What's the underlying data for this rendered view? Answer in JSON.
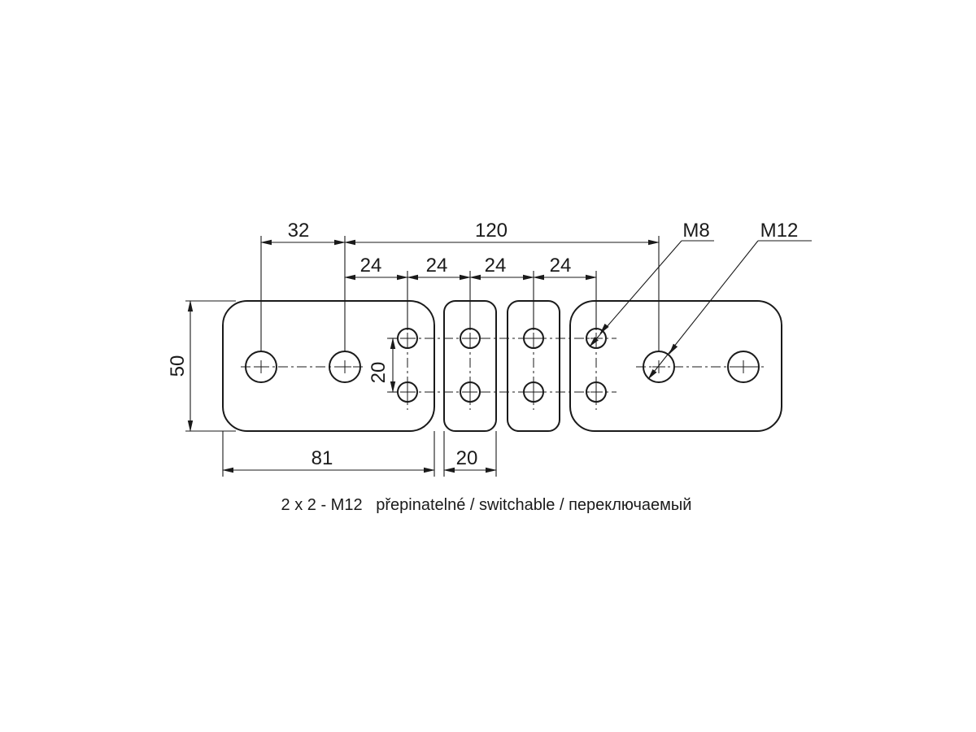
{
  "dimensions": {
    "d32": "32",
    "d120": "120",
    "d24_1": "24",
    "d24_2": "24",
    "d24_3": "24",
    "d24_4": "24",
    "d50": "50",
    "d20_vertical": "20",
    "d81": "81",
    "d20_width": "20"
  },
  "callouts": {
    "m8": "M8",
    "m12": "M12"
  },
  "caption": "2 x 2 - M12   přepinatelné / switchable / переключаемый"
}
